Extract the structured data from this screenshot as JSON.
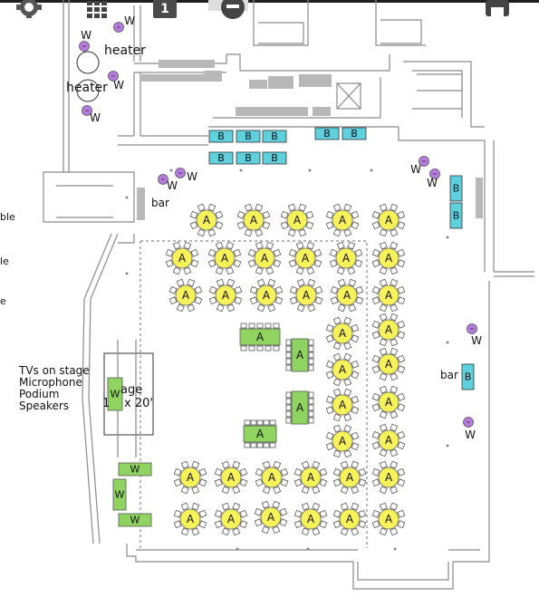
{
  "toolbar": {
    "gear_icon": "gear-icon",
    "grid_icon": "grid-icon",
    "page_badge": "1",
    "circle_icon": "half-circle-icon",
    "print_icon": "printer-icon"
  },
  "labels": {
    "heater1": "heater",
    "heater2": "heater",
    "bar_left": "bar",
    "bar_right": "bar",
    "stage_line1": "age",
    "stage_line2": "x 20'",
    "stage_prefix": "1",
    "left_cut1": "ble",
    "left_cut2": "le",
    "left_cut3": "e"
  },
  "stage_notes": [
    "TVs on stage",
    "Microphone",
    "Podium",
    "Speakers"
  ],
  "round_table_label": "A",
  "rect_table_label": "A",
  "bar_table_label": "B",
  "wall_label": "W",
  "colors": {
    "round_table": "#f7f25a",
    "rect_table": "#8fd460",
    "bar_table": "#5fd0dd",
    "purple_marker": "#b77be0",
    "wall_gray": "#9a9a9a"
  }
}
